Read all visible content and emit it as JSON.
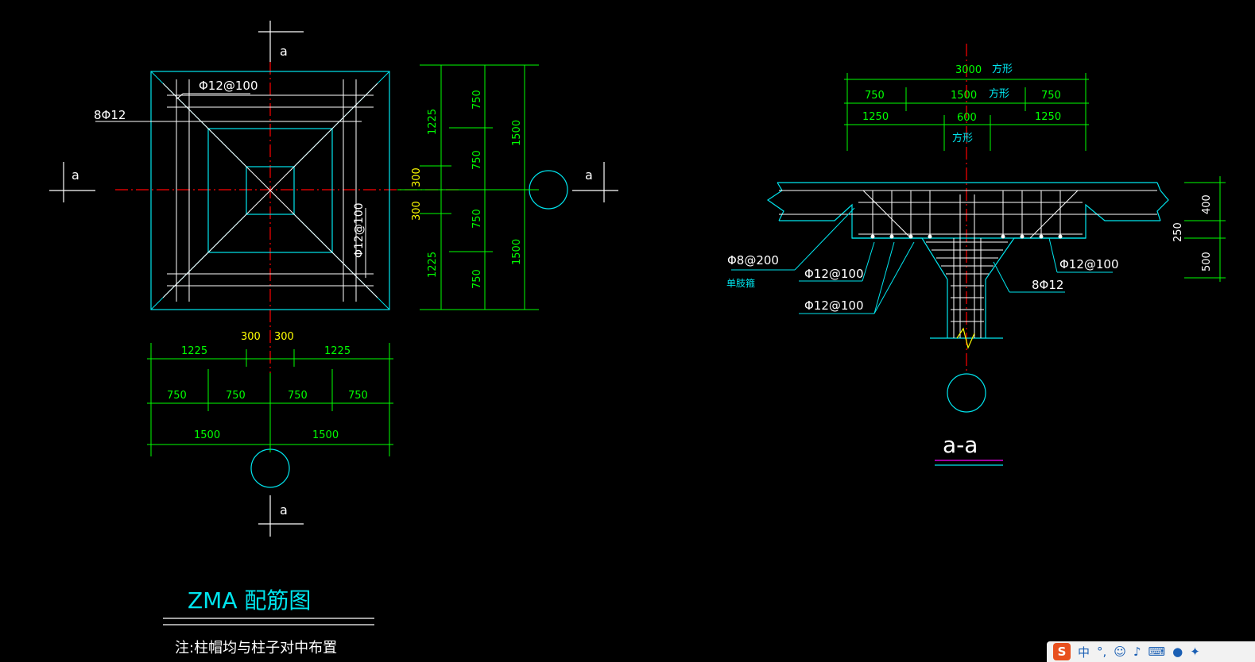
{
  "drawing": {
    "title": "ZMA 配筋图",
    "note": "注:柱帽均与柱子对中布置",
    "section_title": "a-a",
    "section_mark": "a"
  },
  "plan": {
    "rebar_top": "Φ12@100",
    "rebar_count": "8Φ12",
    "rebar_side": "Φ12@100",
    "right_dims": {
      "outer": [
        "1225",
        "1225"
      ],
      "center": [
        "300",
        "300"
      ],
      "inner": [
        "750",
        "750",
        "750",
        "750"
      ],
      "total": [
        "1500",
        "1500"
      ]
    },
    "bottom_dims": {
      "center": [
        "300",
        "300"
      ],
      "row1": [
        "1225",
        "1225"
      ],
      "row2": [
        "750",
        "750",
        "750",
        "750"
      ],
      "row3": [
        "1500",
        "1500"
      ]
    }
  },
  "section": {
    "dim_total": "3000",
    "dim_mid": "1500",
    "dim_col": "600",
    "dim_side_a": "750",
    "dim_side_b": "1250",
    "shape_label": "方形",
    "right_dims": [
      "400",
      "250",
      "500"
    ],
    "labels": {
      "stirrup": "Φ8@200",
      "stirrup_note": "单肢箍",
      "rebar_a": "Φ12@100",
      "rebar_b": "Φ12@100",
      "rebar_c": "Φ12@100",
      "rebar_d": "8Φ12"
    }
  },
  "colors": {
    "background": "#000000",
    "outline": "#00e5ee",
    "dimension": "#00ff00",
    "text": "#ffffff",
    "yellow_text": "#ffff00",
    "axis": "#ff0000",
    "magenta": "#ff00ff"
  },
  "taskbar_icons": [
    "sogou-ime-icon",
    "chinese-input-icon",
    "punctuation-icon",
    "emoji-icon",
    "microphone-icon",
    "keyboard-icon",
    "skin-icon",
    "settings-icon"
  ]
}
